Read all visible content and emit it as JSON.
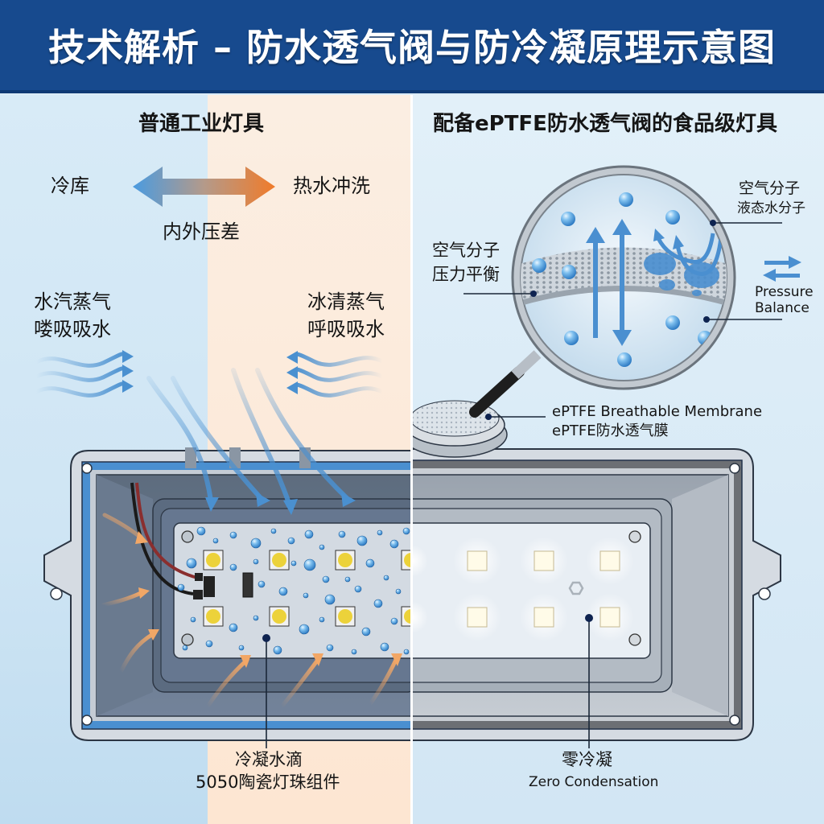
{
  "header": {
    "title": "技术解析 – 防水透气阀与防冷凝原理示意图",
    "background": "#174a8e"
  },
  "left_panel": {
    "title": "普通工业灯具",
    "pressure_arrow": {
      "left_label": "冷库",
      "right_label": "热水冲洗",
      "center_label": "内外压差",
      "cold_color": "#4a9be0",
      "hot_color": "#f07b2a"
    },
    "vapor_left": {
      "line1": "水汽蒸气",
      "line2": "喽吸吸水"
    },
    "vapor_right": {
      "line1": "冰清蒸气",
      "line2": "呼吸吸水"
    },
    "callout": {
      "line1": "冷凝水滴",
      "line2": "5050陶瓷灯珠组件"
    },
    "background_cold": "#d8ebf7",
    "background_hot": "#fde6d2"
  },
  "right_panel": {
    "title": "配备ePTFE防水透气阀的食品级灯具",
    "magnifier": {
      "left_callout": {
        "line1": "空气分子",
        "line2": "压力平衡"
      },
      "right_top_callout": {
        "line1": "空气分子",
        "line2": "液态水分子"
      },
      "right_bottom_callout": {
        "line1": "Pressure",
        "line2": "Balance"
      }
    },
    "membrane_callout": {
      "line1": "ePTFE Breathable Membrane",
      "line2": "ePTFE防水透气膜"
    },
    "bottom_callout": {
      "line1": "零冷凝",
      "line2": "Zero Condensation"
    },
    "background": "#e2f0f9"
  },
  "colors": {
    "arrow_blue": "#4a90d0",
    "warm_arrow": "#f2a766",
    "housing_grey": "#8e9aa8",
    "gasket_blue": "#4a8fd0",
    "callout_dot": "#0e2350"
  }
}
